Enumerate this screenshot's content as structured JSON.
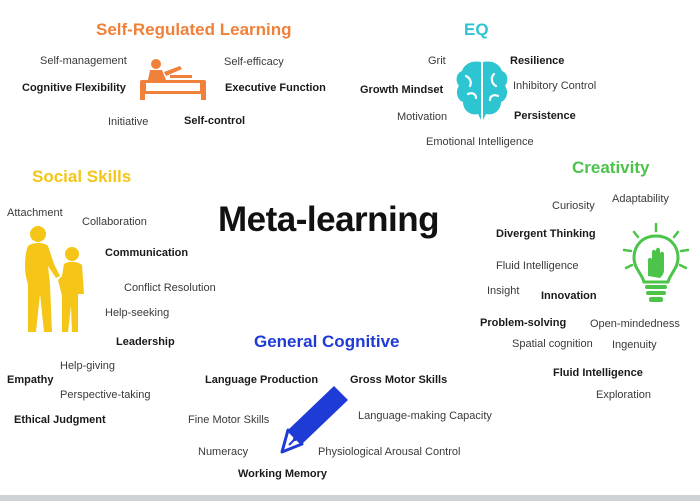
{
  "center_title": "Meta-learning",
  "groups": {
    "self_regulated": {
      "heading": "Self-Regulated Learning",
      "color": "#f0813a",
      "icon": "person-at-desk-icon",
      "items": [
        "Self-management",
        "Self-efficacy",
        "Cognitive Flexibility",
        "Executive Function",
        "Initiative",
        "Self-control"
      ]
    },
    "eq": {
      "heading": "EQ",
      "color": "#2ec5d3",
      "icon": "brain-icon",
      "items": [
        "Grit",
        "Resilience",
        "Growth Mindset",
        "Inhibitory Control",
        "Motivation",
        "Persistence",
        "Emotional Intelligence"
      ]
    },
    "social": {
      "heading": "Social Skills",
      "color": "#f5c518",
      "icon": "adult-and-child-icon",
      "items": [
        "Attachment",
        "Collaboration",
        "Communication",
        "Conflict Resolution",
        "Help-seeking",
        "Leadership",
        "Help-giving",
        "Empathy",
        "Perspective-taking",
        "Ethical Judgment"
      ]
    },
    "creativity": {
      "heading": "Creativity",
      "color": "#4cc44a",
      "icon": "lightbulb-hand-icon",
      "items": [
        "Curiosity",
        "Adaptability",
        "Divergent Thinking",
        "Fluid Intelligence",
        "Insight",
        "Innovation",
        "Problem-solving",
        "Open-mindedness",
        "Spatial cognition",
        "Ingenuity",
        "Fluid Intelligence",
        "Exploration"
      ]
    },
    "general": {
      "heading": "General Cognitive",
      "color": "#1f3bd6",
      "icon": "pen-icon",
      "items": [
        "Language Production",
        "Gross Motor Skills",
        "Fine Motor Skills",
        "Language-making Capacity",
        "Numeracy",
        "Physiological Arousal Control",
        "Working Memory"
      ]
    }
  }
}
